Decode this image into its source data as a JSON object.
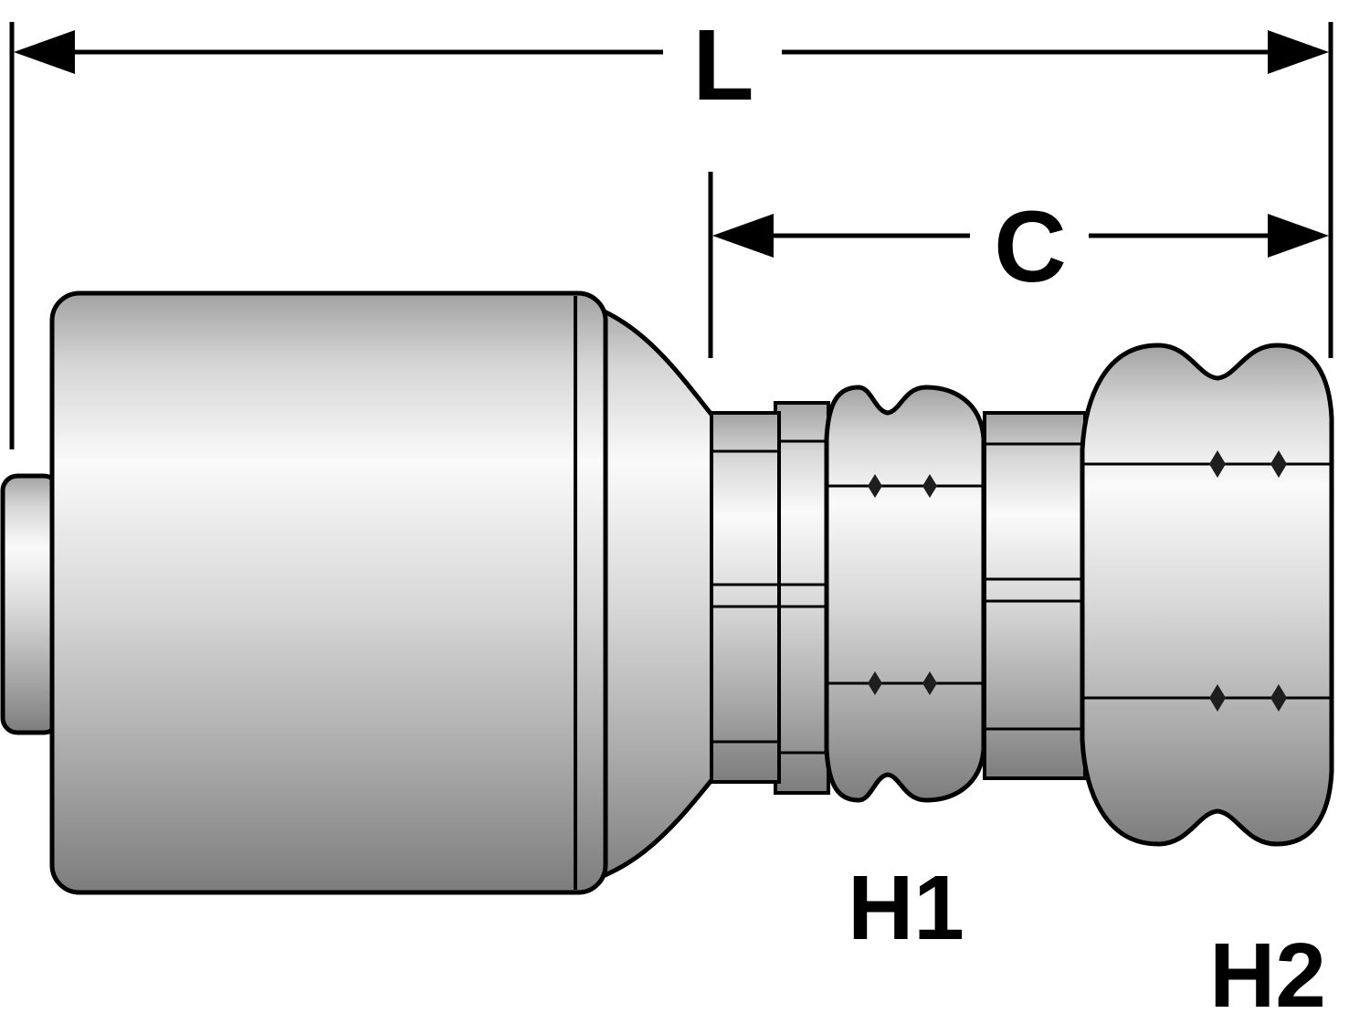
{
  "diagram": {
    "labels": {
      "overall_length": "L",
      "cutoff_length": "C",
      "hex_1": "H1",
      "hex_2": "H2"
    },
    "colors": {
      "outline": "#000000",
      "background": "#ffffff",
      "metal_highlight": "#fafafa",
      "metal_mid": "#d8d8d8",
      "metal_shadow": "#7d7d7d"
    }
  }
}
